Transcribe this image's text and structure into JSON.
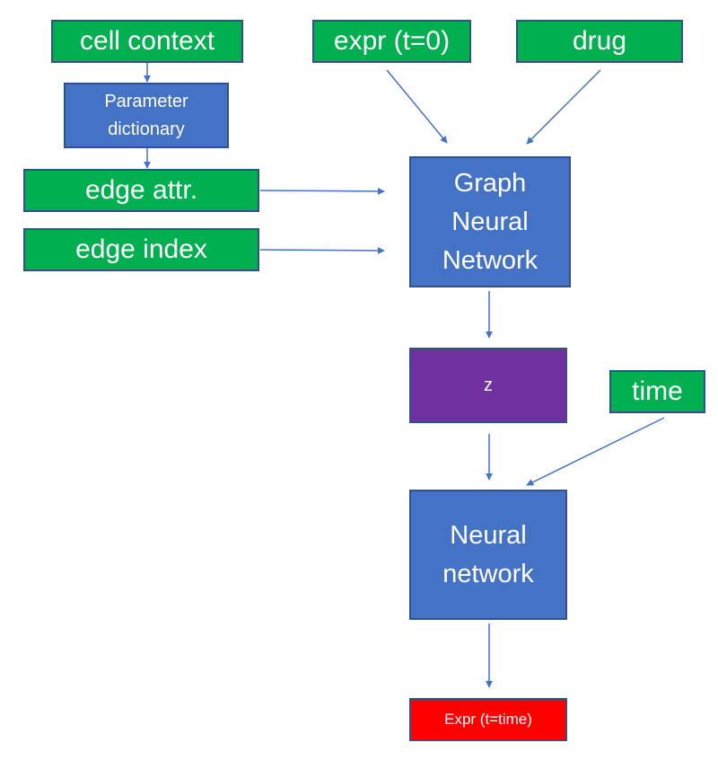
{
  "inputs": {
    "cell_context": "cell context",
    "expr_t0": "expr (t=0)",
    "drug": "drug",
    "edge_attr": "edge attr.",
    "edge_index": "edge index",
    "time": "time"
  },
  "nodes": {
    "parameter_dictionary": "Parameter\ndictionary",
    "gnn": "Graph\nNeural\nNetwork",
    "z": "z",
    "neural_network": "Neural\nnetwork",
    "output": "Expr (t=time)"
  },
  "colors": {
    "input": "#00b050",
    "module": "#4472c4",
    "latent": "#7030a0",
    "output": "#ff0000",
    "arrow": "#4472c4"
  }
}
